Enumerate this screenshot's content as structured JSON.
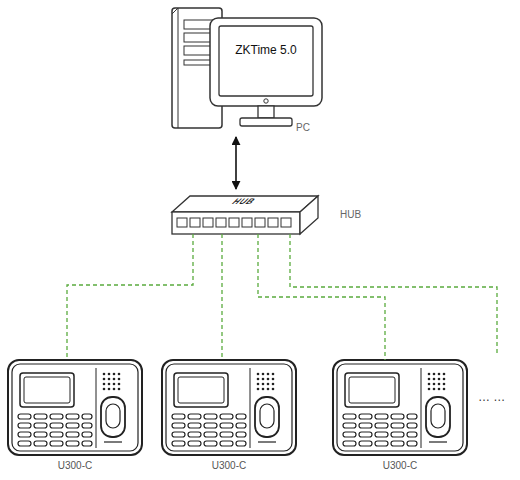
{
  "diagram": {
    "nodes": [
      {
        "text": [
          "ZKTime 5.0",
          "PC"
        ]
      },
      {
        "text": [
          "HUB",
          "HUB"
        ]
      },
      {
        "text": [
          "U300-C"
        ]
      },
      {
        "text": [
          "U300-C"
        ]
      },
      {
        "text": [
          "U300-C"
        ]
      }
    ],
    "edges": [
      {
        "from": 0,
        "to": 1,
        "arrow": "both"
      },
      {
        "from": 1,
        "to": 2,
        "arrow": "none"
      },
      {
        "from": 1,
        "to": 3,
        "arrow": "none"
      },
      {
        "from": 1,
        "to": 4,
        "arrow": "none"
      }
    ],
    "labels": [
      "… …"
    ]
  }
}
